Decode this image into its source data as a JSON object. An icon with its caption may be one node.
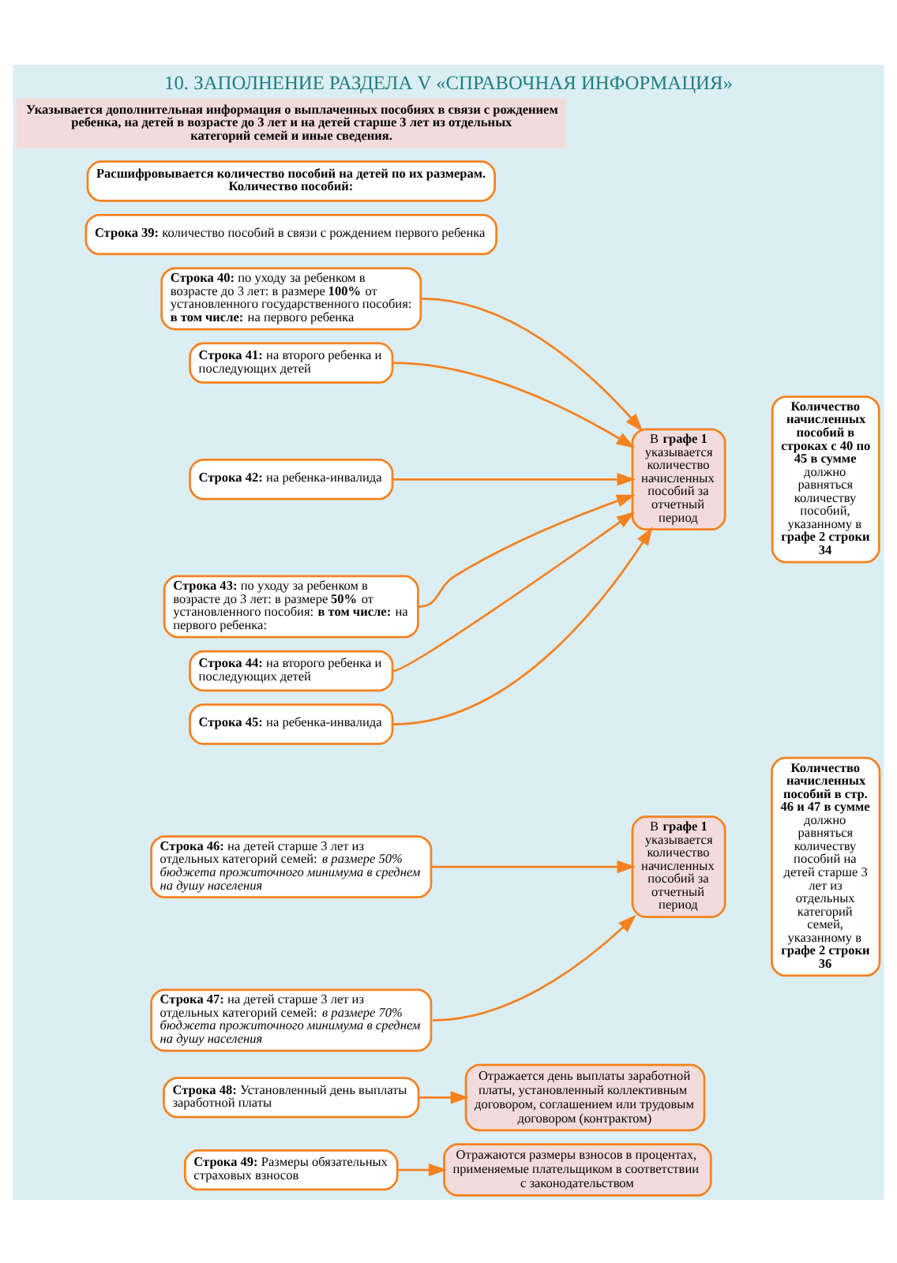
{
  "diagram": {
    "title": "10. ЗАПОЛНЕНИЕ РАЗДЕЛА V «СПРАВОЧНАЯ ИНФОРМАЦИЯ»",
    "nodes": [
      {
        "text": [
          "Указывается дополнительная информация о выплаченных пособиях в связи с рождением ребенка, на детей в возрасте до 3 лет и на детей старше 3 лет из отдельных категорий семей и иные сведения."
        ]
      },
      {
        "text": [
          "Расшифровывается количество пособий на детей по их размерам. Количество пособий:"
        ]
      },
      {
        "text": [
          "**Строка 39:** количество пособий в связи с рождением первого ребенка"
        ]
      },
      {
        "text": [
          "**Строка 40:** по уходу за ребенком в возрасте до 3 лет: в размере **100%** от установленного государственного пособия: **в том числе:** на первого ребенка"
        ]
      },
      {
        "text": [
          "**Строка 41:** на второго ребенка и последующих детей"
        ]
      },
      {
        "text": [
          "**Строка 42:** на ребенка-инвалида"
        ]
      },
      {
        "text": [
          "**Строка 43:** по уходу за ребенком в возрасте до 3 лет: в размере **50%** от установленного пособия: **в том числе:** на первого ребенка:"
        ]
      },
      {
        "text": [
          "**Строка 44:** на второго ребенка и последующих детей"
        ]
      },
      {
        "text": [
          "**Строка 45:** на ребенка-инвалида"
        ]
      },
      {
        "text": [
          "В **графе 1** указывается количество начисленных пособий за отчетный период"
        ]
      },
      {
        "text": [
          "**Количество начисленных пособий в строках с 40 по 45 в сумме** должно равняться количеству пособий, указанному в **графе 2 строки 34**"
        ]
      },
      {
        "text": [
          "**Строка 46:** на детей старше 3 лет из отдельных категорий семей: *в размере 50% бюджета прожиточного минимума в среднем на душу населения*"
        ]
      },
      {
        "text": [
          "**Строка 47:** на детей старше 3 лет из отдельных категорий семей: *в размере 70% бюджета прожиточного минимума в среднем на душу населения*"
        ]
      },
      {
        "text": [
          "В **графе 1** указывается количество начисленных пособий за отчетный период"
        ]
      },
      {
        "text": [
          "**Количество начисленных пособий в стр. 46 и 47 в сумме** должно равняться количеству пособий на детей старше 3 лет из отдельных категорий семей, указанному в **графе 2 строки 36**"
        ]
      },
      {
        "text": [
          "**Строка 48:** Установленный день выплаты заработной платы"
        ]
      },
      {
        "text": [
          "Отражается день выплаты заработной платы, установленный коллективным договором, соглашением или трудовым договором (контрактом)"
        ]
      },
      {
        "text": [
          "**Строка 49:** Размеры обязательных страховых взносов"
        ]
      },
      {
        "text": [
          "Отражаются размеры взносов в процентах, применяемые плательщиком в соответствии с законодательством"
        ]
      }
    ],
    "edges": [
      {
        "from": 3,
        "to": 9,
        "arrow": "to"
      },
      {
        "from": 4,
        "to": 9,
        "arrow": "to"
      },
      {
        "from": 5,
        "to": 9,
        "arrow": "to"
      },
      {
        "from": 6,
        "to": 9,
        "arrow": "to"
      },
      {
        "from": 7,
        "to": 9,
        "arrow": "to"
      },
      {
        "from": 8,
        "to": 9,
        "arrow": "to"
      },
      {
        "from": 11,
        "to": 13,
        "arrow": "to"
      },
      {
        "from": 12,
        "to": 13,
        "arrow": "to"
      },
      {
        "from": 15,
        "to": 16,
        "arrow": "to"
      },
      {
        "from": 17,
        "to": 18,
        "arrow": "to"
      }
    ]
  }
}
